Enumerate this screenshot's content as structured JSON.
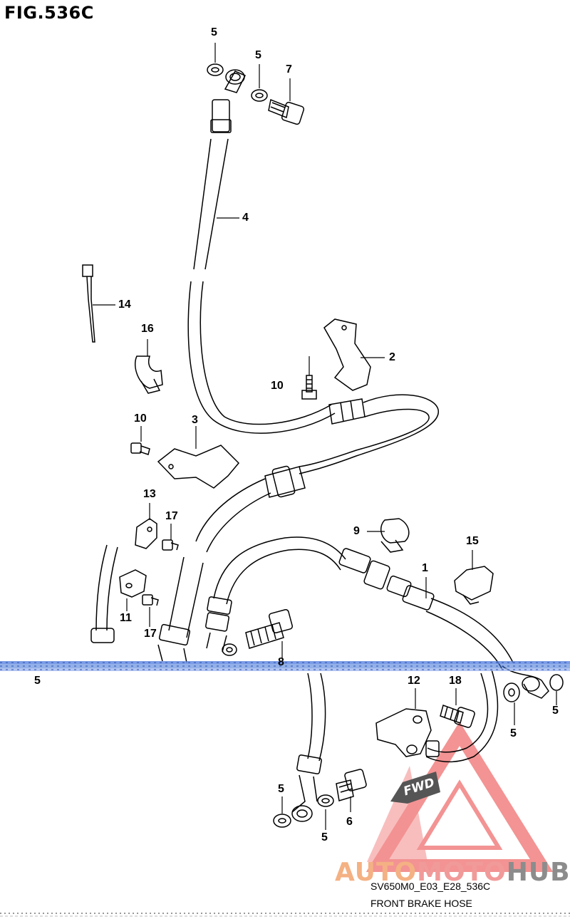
{
  "figure": {
    "title": "FIG.536C",
    "caption_code": "SV650M0_E03_E28_536C",
    "caption_name": "FRONT BRAKE HOSE"
  },
  "callouts": {
    "c5_top": "5",
    "c5_upper_right": "5",
    "c7": "7",
    "c4": "4",
    "c14": "14",
    "c16": "16",
    "c2": "2",
    "c10_a": "10",
    "c10_b": "10",
    "c3": "3",
    "c13": "13",
    "c17_a": "17",
    "c9": "9",
    "c15": "15",
    "c1": "1",
    "c11": "11",
    "c17_b": "17",
    "c8": "8",
    "c5_left": "5",
    "c12": "12",
    "c18": "18",
    "c5_right_a": "5",
    "c5_right_b": "5",
    "c5_bottom_a": "5",
    "c5_bottom_b": "5",
    "c6": "6"
  },
  "watermark": {
    "part1": "AUTO",
    "part2": "MOTO",
    "part3": "HUB",
    "fwd": "FWD"
  },
  "colors": {
    "line": "#000000",
    "glitch": "#3a6fd6",
    "watermark_red": "#ea3b3b",
    "watermark_orange": "#f4b183",
    "watermark_gray": "#8c8c8c"
  }
}
